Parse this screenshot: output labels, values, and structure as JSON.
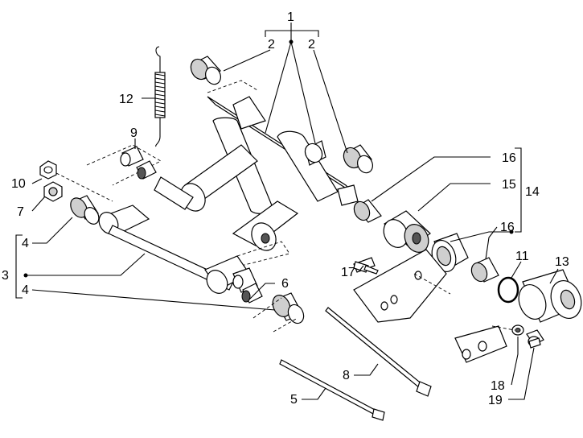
{
  "callouts": {
    "c1": "1",
    "c2a": "2",
    "c2b": "2",
    "c3": "3",
    "c4a": "4",
    "c4b": "4",
    "c5": "5",
    "c6": "6",
    "c7": "7",
    "c8": "8",
    "c9": "9",
    "c10": "10",
    "c11": "11",
    "c12": "12",
    "c13": "13",
    "c14": "14",
    "c15": "15",
    "c16a": "16",
    "c16b": "16",
    "c17": "17",
    "c18": "18",
    "c19": "19"
  }
}
